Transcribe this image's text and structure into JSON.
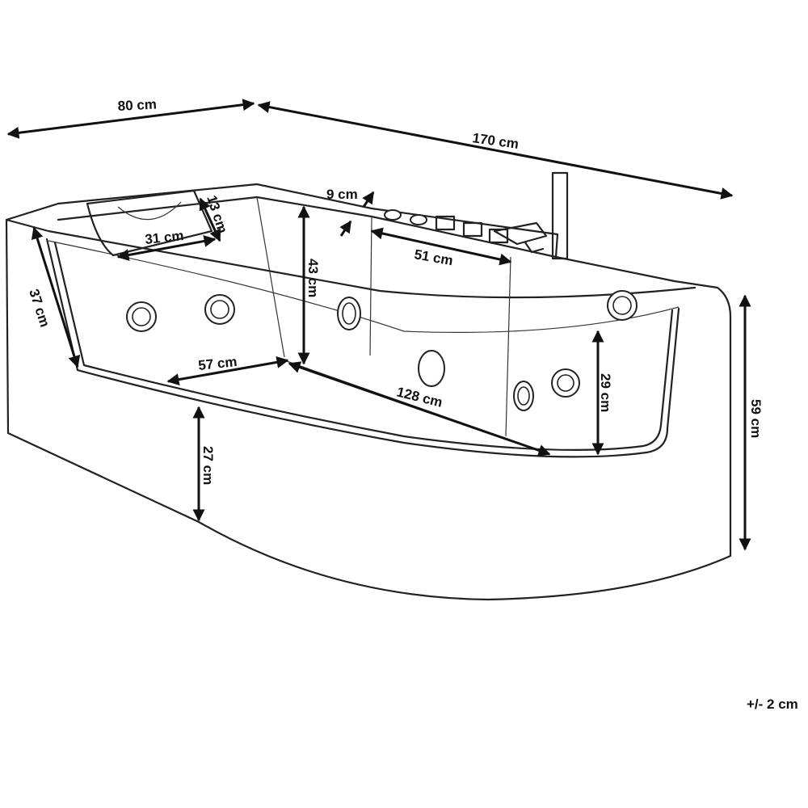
{
  "dimensions": {
    "depth": "80 cm",
    "length": "170 cm",
    "control_spacing": "9 cm",
    "headrest_height": "13 cm",
    "headrest_width": "31 cm",
    "control_panel_length": "51 cm",
    "inner_height": "43 cm",
    "headrest_end_height": "37 cm",
    "inner_width": "57 cm",
    "inner_length": "128 cm",
    "glass_height": "29 cm",
    "total_height": "59 cm",
    "skirt_height": "27 cm"
  },
  "tolerance": "+/- 2 cm"
}
